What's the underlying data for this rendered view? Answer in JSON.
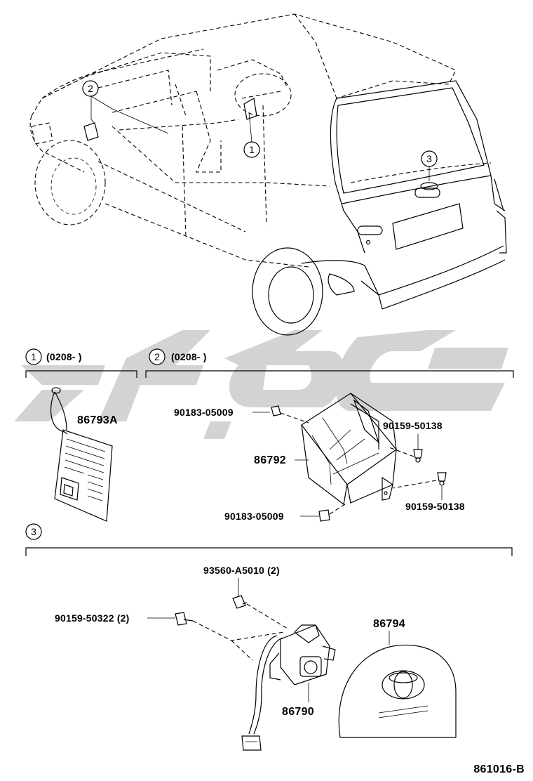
{
  "callouts": {
    "c1": "1",
    "c2": "2",
    "c3": "3"
  },
  "sections": {
    "s1": {
      "num": "1",
      "range": "(0208-       )"
    },
    "s2": {
      "num": "2",
      "range": "(0208-       )"
    },
    "s3": {
      "num": "3"
    }
  },
  "parts": {
    "p86793A": "86793A",
    "p90183a": "90183-05009",
    "p90159a": "90159-50138",
    "p86792": "86792",
    "p90159b": "90159-50138",
    "p90183b": "90183-05009",
    "p93560": "93560-A5010 (2)",
    "p90159c": "90159-50322 (2)",
    "p86794": "86794",
    "p86790": "86790"
  },
  "diagram_id": "861016-B",
  "colors": {
    "ink": "#000000",
    "watermark": "#c8c8c8"
  }
}
